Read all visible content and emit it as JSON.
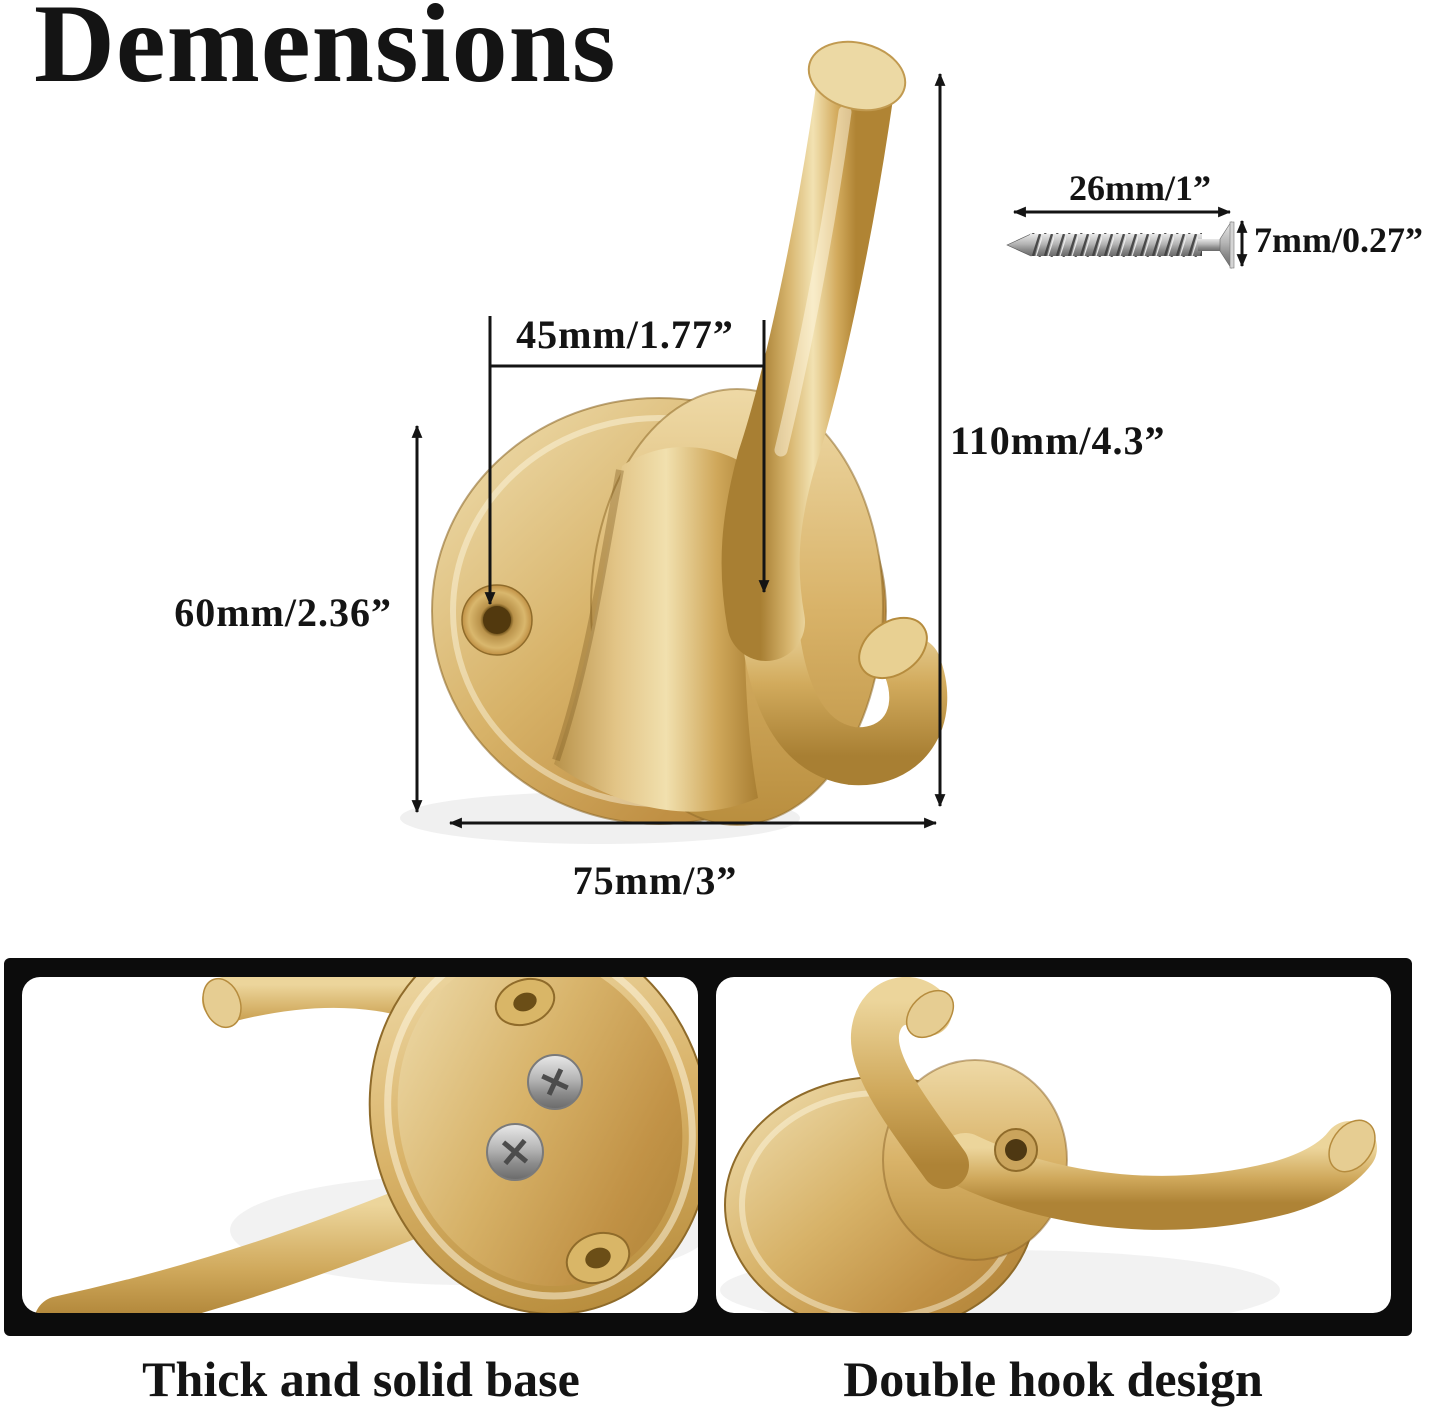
{
  "title": "Demensions",
  "dimension_labels": {
    "hole_spacing": "45mm/1.77”",
    "hook_height": "110mm/4.3”",
    "base_height": "60mm/2.36”",
    "base_width": "75mm/3”",
    "screw_length": "26mm/1”",
    "screw_head": "7mm/0.27”"
  },
  "features": [
    {
      "caption": "Thick and solid base"
    },
    {
      "caption": "Double hook design"
    }
  ],
  "colors": {
    "brass": "#c9a255",
    "brass_light": "#eedcab",
    "brass_dark": "#9a7229",
    "ink": "#141414",
    "panel_frame": "#0c0c0c",
    "background": "#ffffff"
  }
}
